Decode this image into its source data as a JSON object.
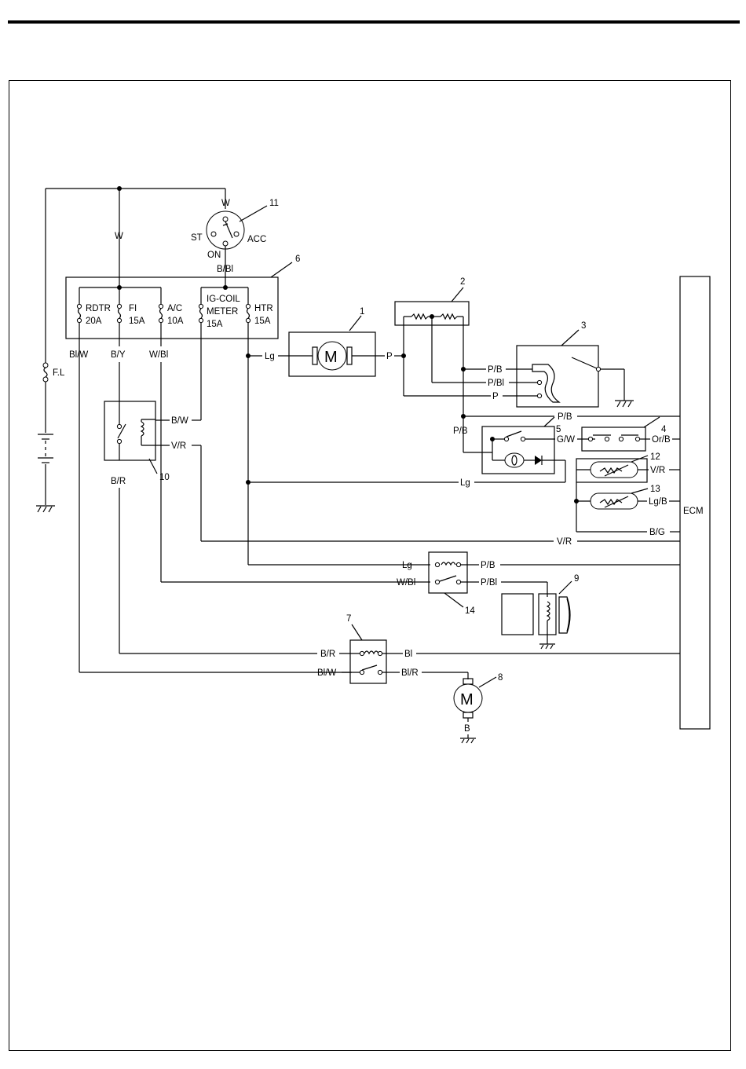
{
  "components": {
    "ig_switch": {
      "number": "11",
      "pos_w": "W",
      "pos_st": "ST",
      "pos_acc": "ACC",
      "pos_on": "ON"
    },
    "fuse_box": {
      "number": "6"
    },
    "fuses": {
      "rdtr": {
        "name": "RDTR",
        "rating": "20A"
      },
      "fi": {
        "name": "FI",
        "rating": "15A"
      },
      "ac": {
        "name": "A/C",
        "rating": "10A"
      },
      "igcoil": {
        "name": "IG-COIL",
        "name2": "METER",
        "rating": "15A"
      },
      "htr": {
        "name": "HTR",
        "rating": "15A"
      }
    },
    "fusible_link": {
      "label": "F.L"
    },
    "motor1": {
      "number": "1",
      "symbol": "M"
    },
    "resistor2": {
      "number": "2"
    },
    "switch3": {
      "number": "3"
    },
    "switch4": {
      "number": "4"
    },
    "switch5": {
      "number": "5"
    },
    "sensor12": {
      "number": "12"
    },
    "sensor13": {
      "number": "13"
    },
    "relay7": {
      "number": "7"
    },
    "motor8": {
      "number": "8",
      "symbol": "M"
    },
    "compressor9": {
      "number": "9"
    },
    "relay10": {
      "number": "10"
    },
    "relay14": {
      "number": "14"
    },
    "ecm": {
      "label": "ECM"
    }
  },
  "wires": {
    "w_top": "W",
    "b_bl_ig": "B/Bl",
    "bl_w": "Bl/W",
    "b_y": "B/Y",
    "w_bl": "W/Bl",
    "lg_motor": "Lg",
    "p_motor": "P",
    "p_b_sw3": "P/B",
    "p_bl_sw3": "P/Bl",
    "p_sw3": "P",
    "p_b_ecm": "P/B",
    "p_b_sw5": "P/B",
    "g_w": "G/W",
    "or_b": "Or/B",
    "b_w_relay": "B/W",
    "v_r_relay": "V/R",
    "b_r_relay": "B/R",
    "lg_sw5": "Lg",
    "v_r_s12": "V/R",
    "lg_b_s13": "Lg/B",
    "b_g_ecm": "B/G",
    "v_r_ecm": "V/R",
    "lg_r14": "Lg",
    "p_b_r14": "P/B",
    "w_bl_r14": "W/Bl",
    "p_bl_r14": "P/Bl",
    "b_r_r7": "B/R",
    "bl_r7": "Bl",
    "bl_w_r7": "Bl/W",
    "bl_r_r7": "Bl/R",
    "b_ground": "B"
  }
}
